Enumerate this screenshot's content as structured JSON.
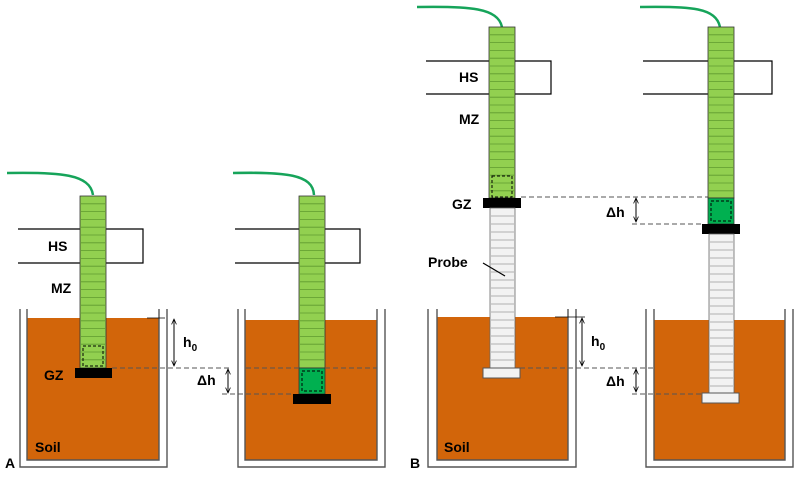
{
  "panel_labels": {
    "a": "A",
    "b": "B"
  },
  "labels": {
    "hs": "HS",
    "mz": "MZ",
    "gz": "GZ",
    "probe": "Probe",
    "soil": "Soil",
    "h0": "h",
    "h0_sub": "0",
    "delta_h": "Δh"
  },
  "colors": {
    "soil": "#d2650a",
    "measuring_zone": "#92d050",
    "measuring_zone_lines": "#5f9a2f",
    "guide_zone": "#00b050",
    "cable": "#16a45a",
    "probe_rod": "#f2f2f2",
    "container_outline": "#555555",
    "collar": "#000000"
  }
}
